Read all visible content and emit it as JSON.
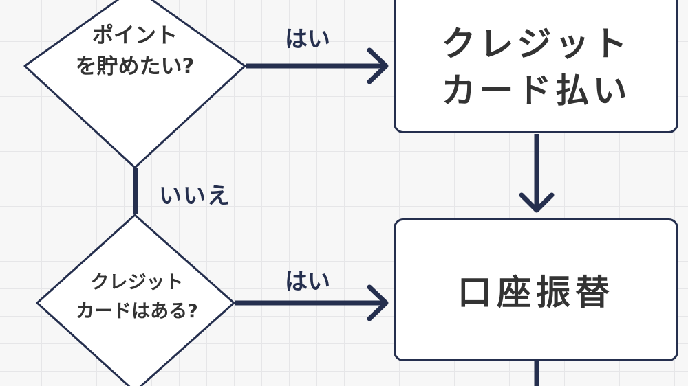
{
  "nodes": {
    "decision_points": {
      "text": "ポイント\nを貯めたい?"
    },
    "decision_has_card": {
      "text": "クレジット\nカードはある?"
    },
    "result_credit": {
      "text": "クレジット\nカード払い"
    },
    "result_transfer": {
      "text": "口座振替"
    }
  },
  "edges": {
    "points_yes": {
      "label": "はい"
    },
    "points_no": {
      "label": "いいえ"
    },
    "card_yes": {
      "label": "はい"
    }
  },
  "colors": {
    "stroke": "#252f4e",
    "text": "#333333",
    "box_fill": "#ffffff",
    "background": "#f7f7f7",
    "grid": "#e6e6e8"
  }
}
